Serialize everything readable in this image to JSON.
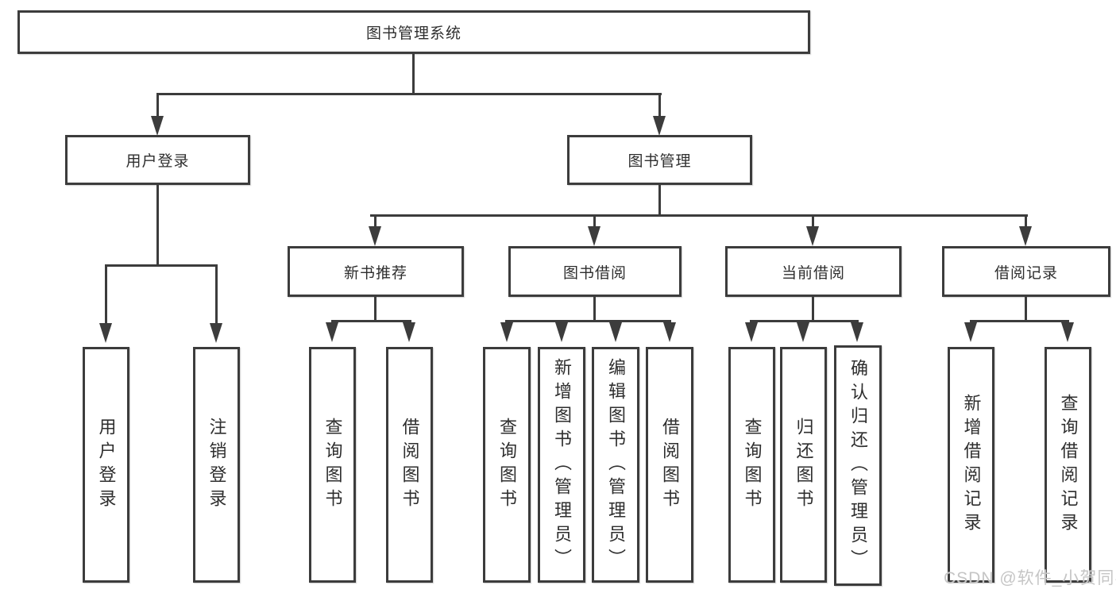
{
  "diagram": {
    "root": {
      "label": "图书管理系统"
    },
    "level2": [
      {
        "label": "用户登录"
      },
      {
        "label": "图书管理"
      }
    ],
    "level3": [
      {
        "label": "新书推荐"
      },
      {
        "label": "图书借阅"
      },
      {
        "label": "当前借阅"
      },
      {
        "label": "借阅记录"
      }
    ],
    "leaves": {
      "user_login": [
        "用户登录",
        "注销登录"
      ],
      "new_books": [
        "查询图书",
        "借阅图书"
      ],
      "book_borrow": [
        "查询图书",
        "新增图书（管理员）",
        "编辑图书（管理员）",
        "借阅图书"
      ],
      "current_borrow": [
        "查询图书",
        "归还图书",
        "确认归还（管理员）"
      ],
      "borrow_records": [
        "新增借阅记录",
        "查询借阅记录"
      ]
    },
    "colors": {
      "line": "#3c3c3c",
      "box_border": "#3c3c3c",
      "text": "#2e2e2e",
      "watermark": "#c5c5c5",
      "background": "#ffffff"
    }
  },
  "watermark": {
    "text": "CSDN @软件_小贺同学"
  }
}
